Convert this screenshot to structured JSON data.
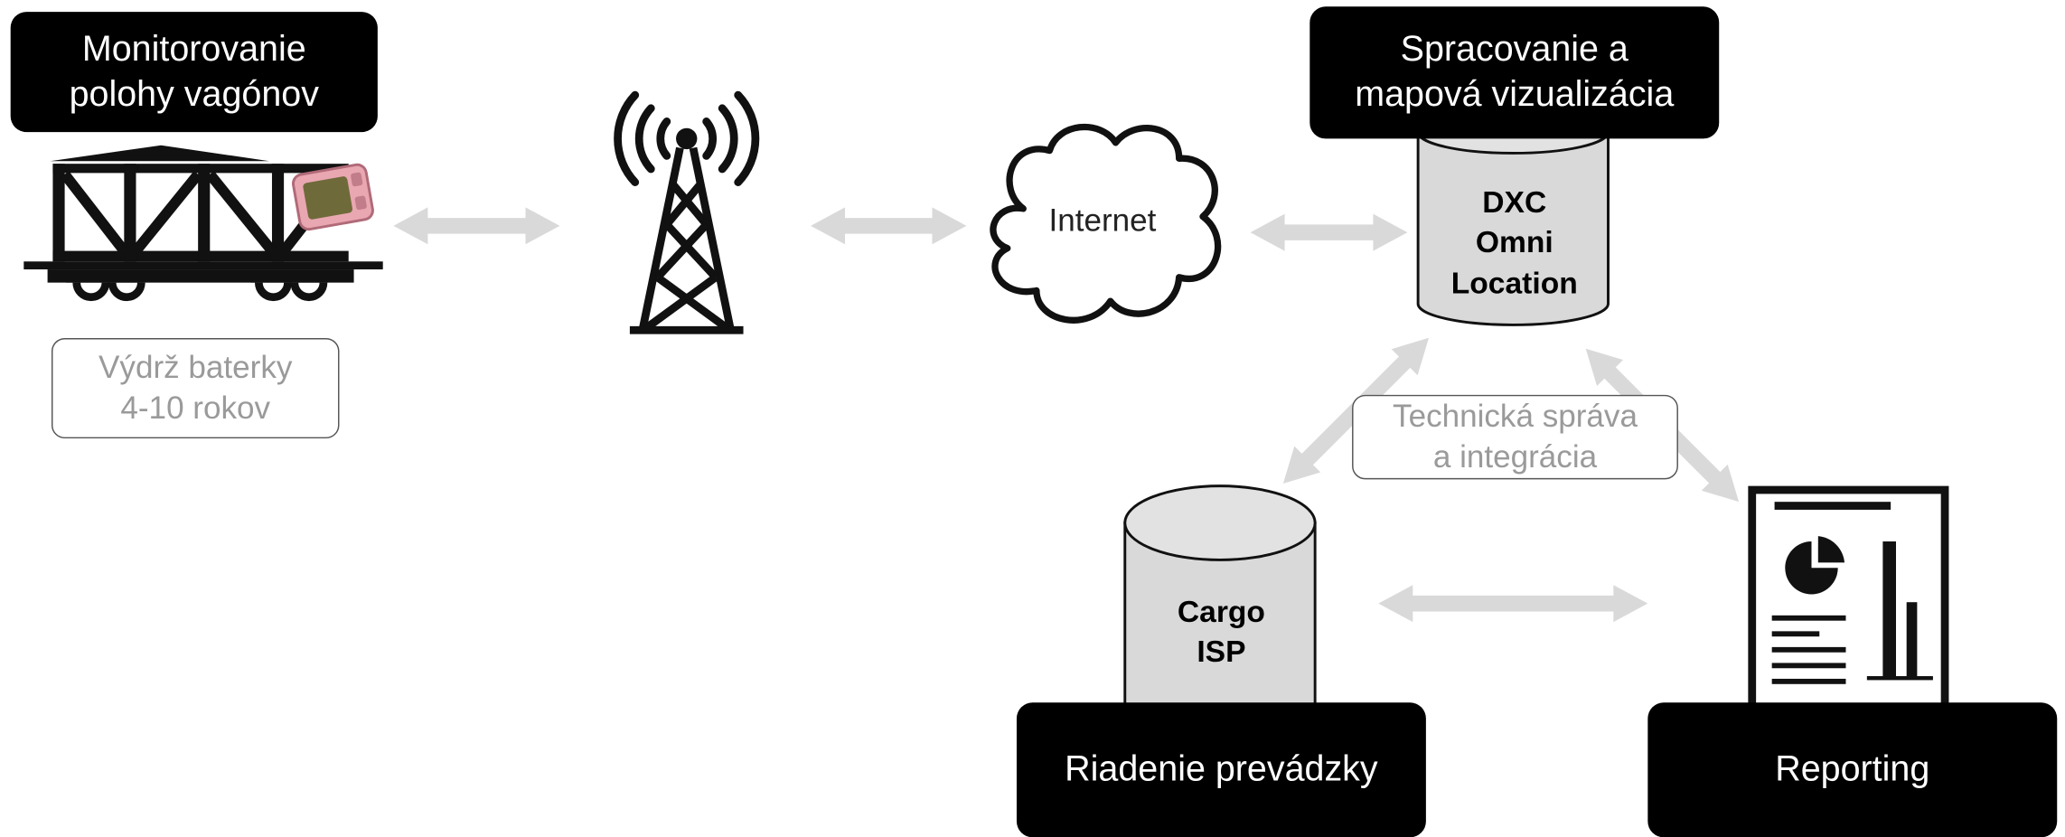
{
  "labels": {
    "monitoring": "Monitorovanie\npolohy vagónov",
    "processing": "Spracovanie a\nmapová vizualizácia",
    "traffic": "Riadenie prevádzky",
    "reporting": "Reporting"
  },
  "notes": {
    "battery": "Výdrž baterky\n4-10 rokov",
    "tech": "Technická správa\na integrácia"
  },
  "cloud": {
    "label": "Internet"
  },
  "databases": {
    "dxc": "DXC\nOmni\nLocation",
    "cargo": "Cargo\nISP"
  },
  "icons": [
    "freight-wagon-icon",
    "gps-tracker-icon",
    "radio-tower-icon",
    "internet-cloud-icon",
    "database-icon",
    "report-document-icon"
  ],
  "colors": {
    "box": "#000000",
    "arrow": "#d9d9d9",
    "cylinder": "#d9d9d9",
    "note_text": "#9a9a9a"
  }
}
